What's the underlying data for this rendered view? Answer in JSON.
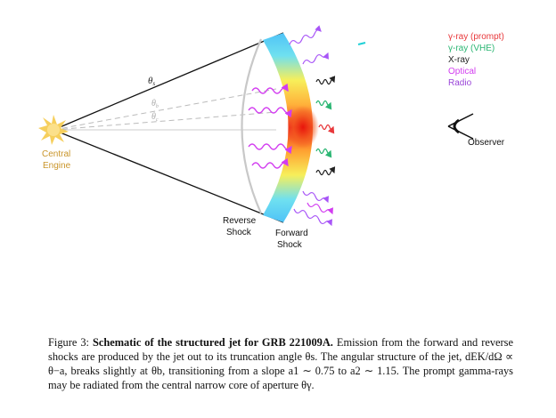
{
  "diagram": {
    "labels": {
      "central_engine_line1": "Central",
      "central_engine_line2": "Engine",
      "reverse_shock_line1": "Reverse",
      "reverse_shock_line2": "Shock",
      "forward_shock_line1": "Forward",
      "forward_shock_line2": "Shock",
      "observer": "Observer",
      "theta_s": "θs",
      "theta_b": "θb",
      "theta_c": "θc"
    },
    "legend": [
      {
        "label": "γ-ray (prompt)",
        "color": "#e8383b"
      },
      {
        "label": "γ-ray (VHE)",
        "color": "#2bb673"
      },
      {
        "label": "X-ray",
        "color": "#222222"
      },
      {
        "label": "Optical",
        "color": "#d23cf0"
      },
      {
        "label": "Radio",
        "color": "#9a45d8"
      }
    ],
    "colors": {
      "engine": "#f6cf5c",
      "engine_text": "#c9952a",
      "optical": "#d23cf0",
      "xray": "#222222",
      "vhe": "#2bb673",
      "prompt": "#e8383b",
      "radio": "#a855f7",
      "cyan": "#1fd0d6"
    }
  },
  "caption": {
    "fig_label": "Figure 3:",
    "bold_title": "Schematic of the structured jet for GRB 221009A.",
    "line1_rest": "Emission from the forward and",
    "line2": "reverse shocks are produced by the jet out to its truncation angle θs. The angular structure of",
    "line3": "the jet, dEK/dΩ ∝ θ−a, breaks slightly at θb, transitioning from a slope a1 ∼ 0.75 to a2 ∼ 1.15.",
    "line4": "The prompt gamma-rays may be radiated from the central narrow core of aperture θγ."
  }
}
